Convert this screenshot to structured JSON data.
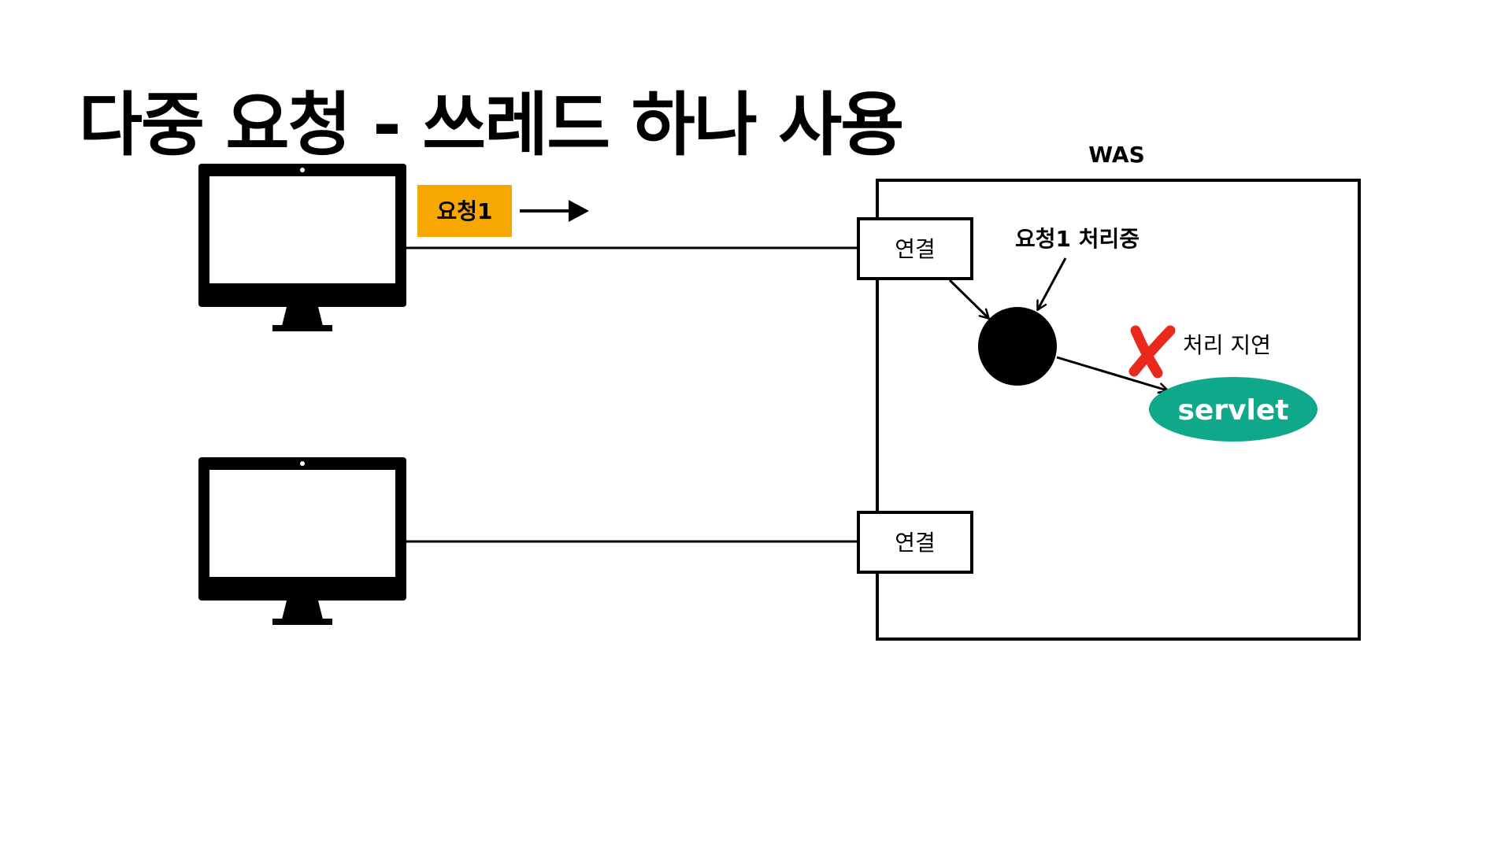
{
  "title": "다중 요청 - 쓰레드 하나 사용",
  "was_label": "WAS",
  "request_tag": "요청1",
  "connection_label": "연결",
  "processing_label": "요청1 처리중",
  "delay_label": "처리 지연",
  "servlet_label": "servlet",
  "colors": {
    "request_tag": "#f7a800",
    "servlet": "#0fa88a",
    "x_mark": "#e8291c"
  }
}
